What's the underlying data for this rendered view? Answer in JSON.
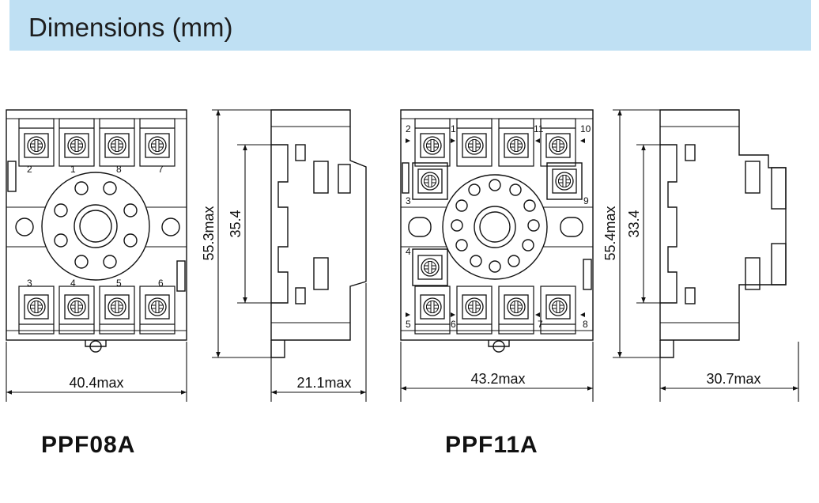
{
  "header": {
    "title": "Dimensions (mm)"
  },
  "models": [
    {
      "name": "PPF08A",
      "width_label": "40.4max",
      "height_label": "55.3max",
      "inner_label": "35.4",
      "depth_label": "21.1max",
      "terminals": {
        "t2": "2",
        "t1": "1",
        "t8": "8",
        "t7": "7",
        "t3": "3",
        "t4": "4",
        "t5": "5",
        "t6": "6"
      }
    },
    {
      "name": "PPF11A",
      "width_label": "43.2max",
      "height_label": "55.4max",
      "inner_label": "33.4",
      "depth_label": "30.7max",
      "terminals": {
        "t2": "2",
        "t1": "1",
        "t11": "11",
        "t10": "10",
        "t3": "3",
        "t9": "9",
        "t4": "4",
        "t5": "5",
        "t6": "6",
        "t7": "7",
        "t8": "8"
      }
    }
  ]
}
